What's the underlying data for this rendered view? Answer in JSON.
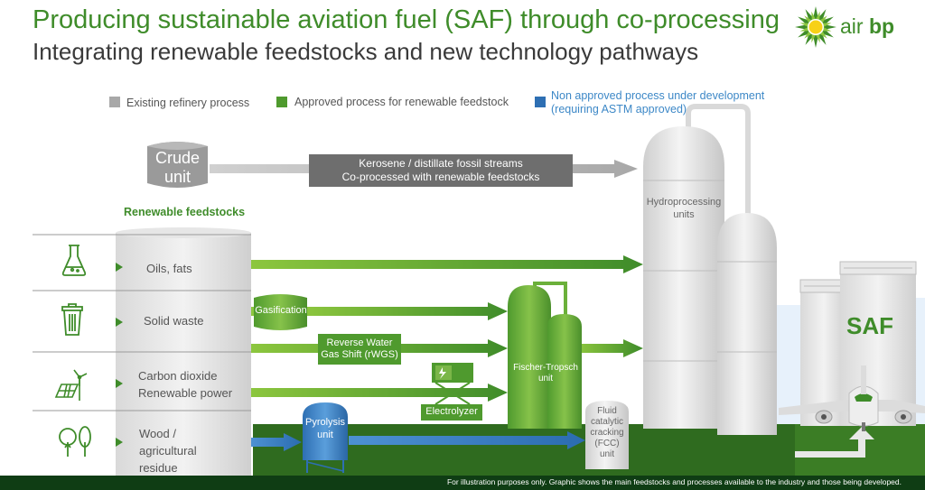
{
  "header": {
    "title": "Producing sustainable aviation fuel (SAF) through co-processing",
    "subtitle": "Integrating renewable feedstocks and new technology pathways"
  },
  "brand": {
    "logo_text_light": "air",
    "logo_text_bold": "bp"
  },
  "legend": {
    "existing": "Existing refinery process",
    "approved": "Approved process for renewable feedstock",
    "non_approved_line1": "Non approved process under development",
    "non_approved_line2": "(requiring ASTM approved)"
  },
  "units": {
    "crude_line1": "Crude",
    "crude_line2": "unit",
    "kerosene_line1": "Kerosene / distillate fossil streams",
    "kerosene_line2": "Co-processed with renewable feedstocks",
    "hydro_line1": "Hydroprocessing",
    "hydro_line2": "units",
    "gasification": "Gasification",
    "rwgs_line1": "Reverse Water",
    "rwgs_line2": "Gas Shift (rWGS)",
    "electrolyzer": "Electrolyzer",
    "fischer_line1": "Fischer-Tropsch",
    "fischer_line2": "unit",
    "pyrolysis_line1": "Pyrolysis",
    "pyrolysis_line2": "unit",
    "fcc_line1": "Fluid",
    "fcc_line2": "catalytic",
    "fcc_line3": "cracking",
    "fcc_line4": "(FCC)",
    "fcc_line5": "unit",
    "saf": "SAF"
  },
  "feedstocks": {
    "header": "Renewable feedstocks",
    "oils": "Oils, fats",
    "waste": "Solid waste",
    "co2_line1": "Carbon dioxide",
    "co2_line2": "Renewable power",
    "wood_line1": "Wood /",
    "wood_line2": "agricultural",
    "wood_line3": "residue"
  },
  "footer": "For illustration purposes only. Graphic shows the main feedstocks and processes available to the industry and those being developed.",
  "colors": {
    "existing_grey": "#9a9a9a",
    "approved_green": "#3f8c2a",
    "non_approved_blue": "#3d88c7",
    "dark_green": "#0f3d14",
    "bp_yellow": "#f7d117"
  },
  "icons": [
    "flask-icon",
    "trash-can-icon",
    "solar-wind-icon",
    "trees-icon",
    "bp-helios-logo-icon",
    "airplane-icon"
  ]
}
